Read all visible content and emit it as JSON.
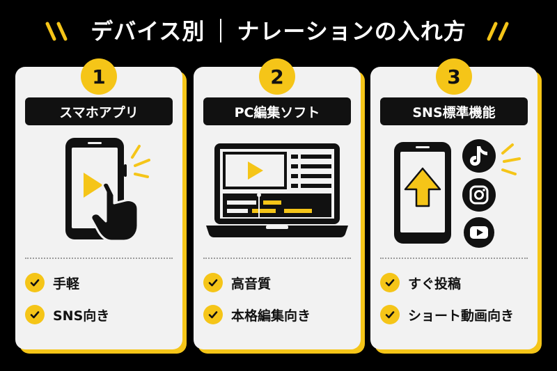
{
  "header": {
    "title_left": "デバイス別",
    "title_right": "ナレーションの入れ方"
  },
  "cards": [
    {
      "number": "1",
      "label": "スマホアプリ",
      "features": [
        "手軽",
        "SNS向き"
      ]
    },
    {
      "number": "2",
      "label": "PC編集ソフト",
      "features": [
        "高音質",
        "本格編集向き"
      ]
    },
    {
      "number": "3",
      "label": "SNS標準機能",
      "features": [
        "すぐ投稿",
        "ショート動画向き"
      ]
    }
  ],
  "colors": {
    "accent": "#f5c518",
    "background": "#000000",
    "card": "#f2f2f2",
    "ink": "#111111"
  },
  "icons": {
    "card1": [
      "smartphone-icon",
      "play-icon",
      "pointing-hand-icon",
      "sparkle-lines-icon"
    ],
    "card2": [
      "laptop-icon",
      "video-preview-icon",
      "timeline-icon"
    ],
    "card3": [
      "smartphone-icon",
      "upload-arrow-icon",
      "tiktok-icon",
      "instagram-icon",
      "youtube-icon",
      "sparkle-lines-icon"
    ]
  }
}
